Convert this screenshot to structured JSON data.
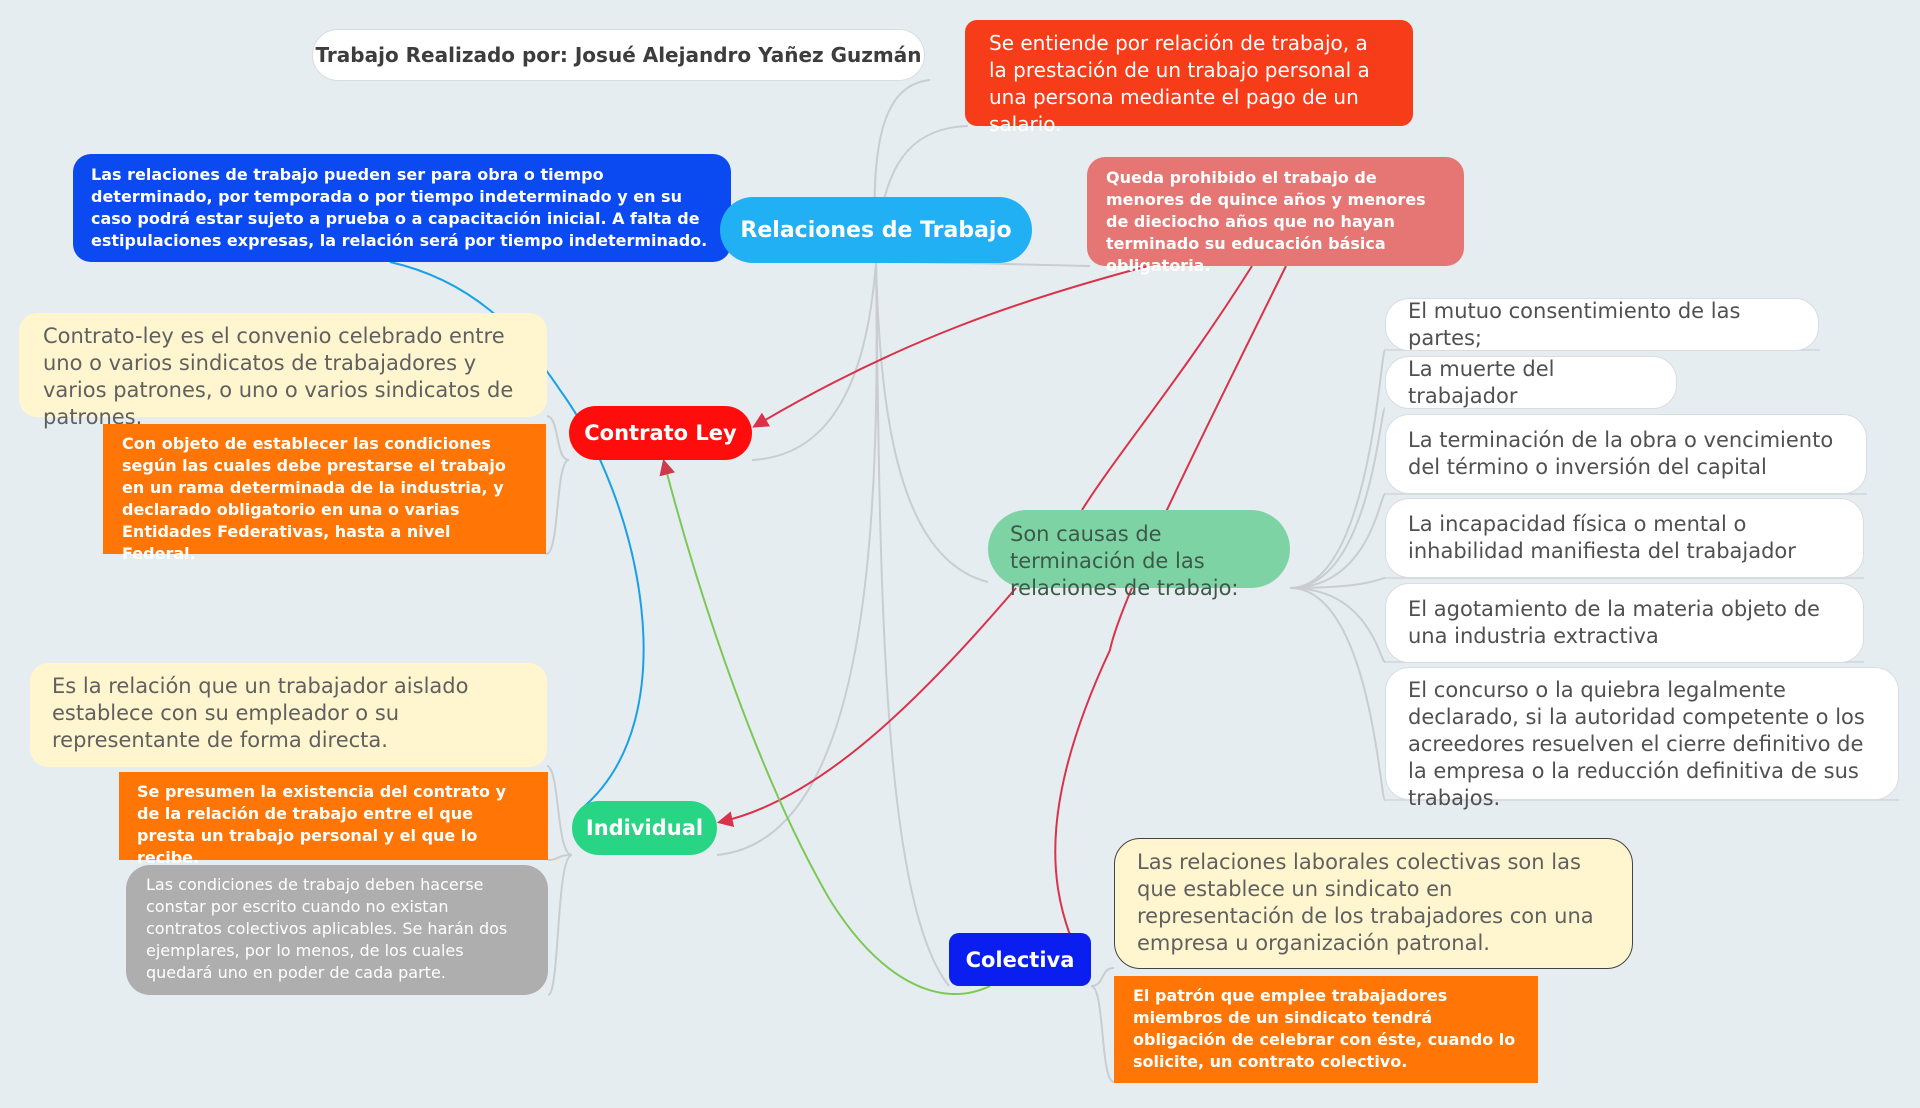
{
  "author": "Trabajo Realizado por: Josué Alejandro Yañez Guzmán",
  "center": {
    "title": "Relaciones de Trabajo",
    "definition": "Se entiende por relación de trabajo, a la prestación de un trabajo personal a una persona mediante el pago de un salario.",
    "types_note": "Las relaciones de trabajo pueden ser para obra o tiempo determinado, por temporada o por tiempo indeterminado y en su caso podrá estar sujeto a prueba o a capacitación inicial. A falta de estipulaciones expresas, la relación será por tiempo indeterminado.",
    "minors_note": "Queda prohibido el trabajo de menores de quince años y menores de dieciocho años que no hayan terminado su educación básica obligatoria."
  },
  "contrato_ley": {
    "title": "Contrato Ley",
    "definition": "Contrato-ley es el convenio celebrado entre uno o varios sindicatos de trabajadores y varios patrones, o uno o varios sindicatos de patrones.",
    "objective": "Con objeto de establecer las condiciones según las cuales debe prestarse el trabajo en un rama determinada de la industria, y declarado obligatorio en una o varias Entidades Federativas, hasta a nivel Federal."
  },
  "individual": {
    "title": "Individual",
    "definition": "Es la relación que un trabajador aislado establece con su empleador o su representante de forma directa.",
    "presumption": "Se presumen la existencia del contrato y de la relación de trabajo entre el que presta un trabajo personal y el que lo recibe.",
    "conditions": "Las condiciones de trabajo deben hacerse constar por escrito cuando no existan contratos colectivos aplicables. Se harán dos ejemplares, por lo menos, de los cuales quedará uno en poder de cada parte."
  },
  "termination": {
    "title": "Son causas de terminación de las relaciones de trabajo:",
    "causes": [
      "El mutuo consentimiento de las partes;",
      "La muerte del trabajador",
      "La terminación de la obra o vencimiento del término o inversión del capital",
      "La incapacidad física o mental o inhabilidad manifiesta del trabajador",
      "El agotamiento de la materia objeto de una industria extractiva",
      "El concurso o la quiebra legalmente declarado, si la autoridad competente o los acreedores resuelven el cierre definitivo de la empresa o la reducción definitiva de sus trabajos."
    ]
  },
  "colectiva": {
    "title": "Colectiva",
    "definition": "Las relaciones laborales colectivas son las que establece un sindicato en representación de los trabajadores con una empresa u organización patronal.",
    "obligation": "El patrón que emplee trabajadores miembros de un sindicato tendrá obligación de celebrar con éste, cuando lo solicite, un contrato colectivo."
  },
  "colors": {
    "background": "#e6edf1",
    "center": "#21b0f3",
    "contrato_ley": "#ff0d0d",
    "individual": "#27d584",
    "colectiva": "#0a1fef",
    "termination": "#7ed3a4",
    "note_orange": "#ff7606",
    "note_yellow": "#fff5cf",
    "link_red": "#d9324a",
    "link_blue": "#1aa0e8",
    "link_green": "#7cc857",
    "link_gray": "#c9cdd1"
  }
}
